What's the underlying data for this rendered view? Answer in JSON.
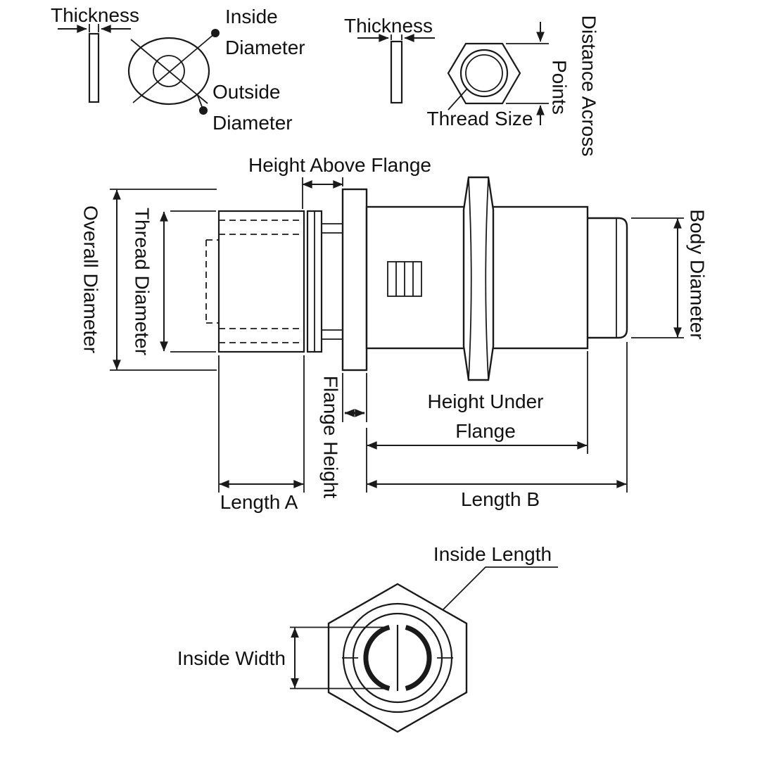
{
  "page": {
    "background_color": "#ffffff",
    "line_color": "#1a1a1a"
  },
  "washer_view": {
    "thickness_label": "Thickness",
    "inside_diameter_line1": "Inside",
    "inside_diameter_line2": "Diameter",
    "outside_diameter_line1": "Outside",
    "outside_diameter_line2": "Diameter"
  },
  "nut_view": {
    "thickness_label": "Thickness",
    "thread_size_label": "Thread Size",
    "distance_across_line1": "Distance Across",
    "distance_across_line2": "Points"
  },
  "side_view": {
    "height_above_flange_label": "Height Above Flange",
    "overall_diameter_label": "Overall Diameter",
    "thread_diameter_label": "Thread Diameter",
    "body_diameter_label": "Body Diameter",
    "flange_height_label": "Flange Height",
    "height_under_flange_line1": "Height Under",
    "height_under_flange_line2": "Flange",
    "length_a_label": "Length A",
    "length_b_label": "Length B"
  },
  "front_view": {
    "inside_length_label": "Inside Length",
    "inside_width_label": "Inside Width"
  }
}
